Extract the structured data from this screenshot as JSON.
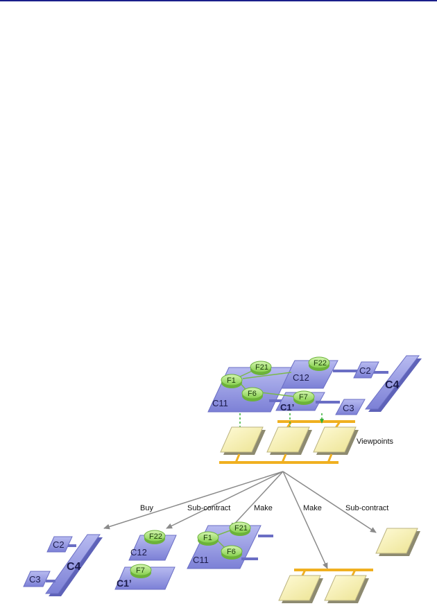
{
  "functions": {
    "f1": "F1",
    "f21": "F21",
    "f22": "F22",
    "f6": "F6",
    "f7": "F7"
  },
  "components": {
    "c11": "C11",
    "c12": "C12",
    "c1p": "C1’",
    "c2": "C2",
    "c3": "C3",
    "c4": "C4"
  },
  "labels": {
    "viewpoints": "Viewpoints",
    "buy": "Buy",
    "subcontract": "Sub-contract",
    "make": "Make"
  },
  "colors": {
    "component": "#8f93e0",
    "function": "#a9e07a",
    "viewpoint": "#f4eeaa",
    "bus": "#f0b020",
    "arrow": "#888888",
    "banner": "#1a1f8a"
  }
}
